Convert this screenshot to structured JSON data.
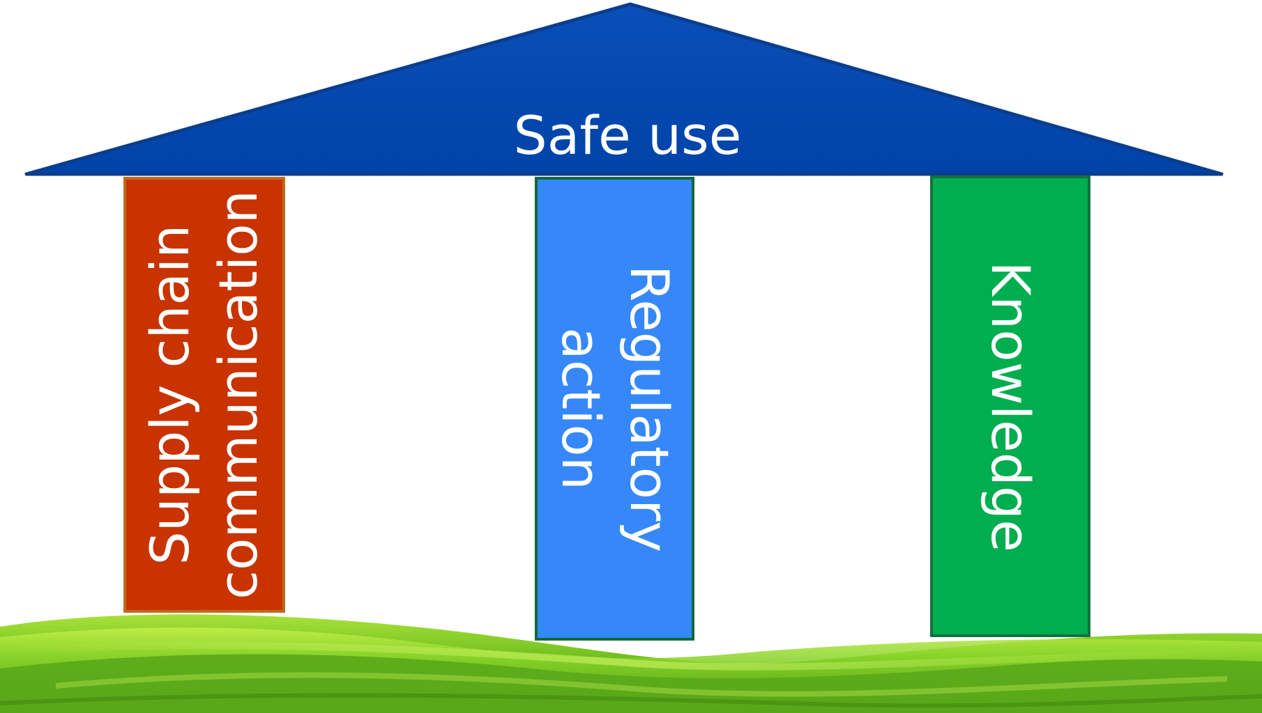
{
  "roof": {
    "label": "Safe use",
    "color": "#0046ad"
  },
  "pillars": [
    {
      "line1": "Supply chain",
      "line2": "communication",
      "color": "#c83300",
      "border": "#c06a1a"
    },
    {
      "line1": "Regulatory",
      "line2": "action",
      "color": "#3688f9",
      "border": "#12683a"
    },
    {
      "line1": "Knowledge",
      "color": "#00ad4f",
      "border": "#137040"
    }
  ],
  "ground": {
    "color": "#6ec51b"
  }
}
